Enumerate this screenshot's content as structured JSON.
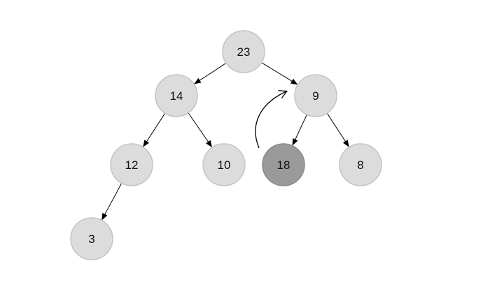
{
  "nodes": [
    {
      "id": "n23",
      "label": "23",
      "highlighted": false
    },
    {
      "id": "n14",
      "label": "14",
      "highlighted": false
    },
    {
      "id": "n9",
      "label": "9",
      "highlighted": false
    },
    {
      "id": "n12",
      "label": "12",
      "highlighted": false
    },
    {
      "id": "n10",
      "label": "10",
      "highlighted": false
    },
    {
      "id": "n18",
      "label": "18",
      "highlighted": true
    },
    {
      "id": "n8",
      "label": "8",
      "highlighted": false
    },
    {
      "id": "n3",
      "label": "3",
      "highlighted": false
    }
  ],
  "edges": [
    {
      "from": "n23",
      "to": "n14"
    },
    {
      "from": "n23",
      "to": "n9"
    },
    {
      "from": "n14",
      "to": "n12"
    },
    {
      "from": "n14",
      "to": "n10"
    },
    {
      "from": "n9",
      "to": "n18"
    },
    {
      "from": "n9",
      "to": "n8"
    },
    {
      "from": "n12",
      "to": "n3"
    }
  ],
  "swap_arrow": {
    "from": "n18",
    "to": "n9"
  },
  "colors": {
    "node_fill": "#dcdcdc",
    "node_stroke": "#c4c4c4",
    "highlight_fill": "#9a9a9a",
    "highlight_stroke": "#8a8a8a",
    "edge": "#000000"
  }
}
